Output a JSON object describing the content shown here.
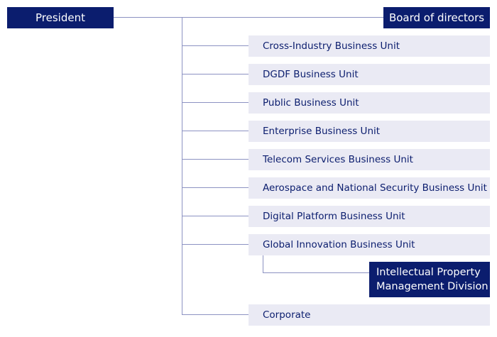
{
  "president": {
    "label": "President"
  },
  "board": {
    "label": "Board of directors"
  },
  "business_units": [
    {
      "label": "Cross-Industry Business Unit"
    },
    {
      "label": "DGDF Business Unit"
    },
    {
      "label": "Public Business Unit"
    },
    {
      "label": "Enterprise Business Unit"
    },
    {
      "label": "Telecom Services Business Unit"
    },
    {
      "label": "Aerospace and National Security Business Unit"
    },
    {
      "label": "Digital Platform Business Unit"
    },
    {
      "label": "Global Innovation Business Unit"
    }
  ],
  "ip_division": {
    "line1": "Intellectual Property",
    "line2": "Management Division"
  },
  "corporate": {
    "label": "Corporate"
  },
  "colors": {
    "dark_navy": "#0b1d6e",
    "light_box": "#eaeaf4",
    "connector": "#8c92c2"
  }
}
